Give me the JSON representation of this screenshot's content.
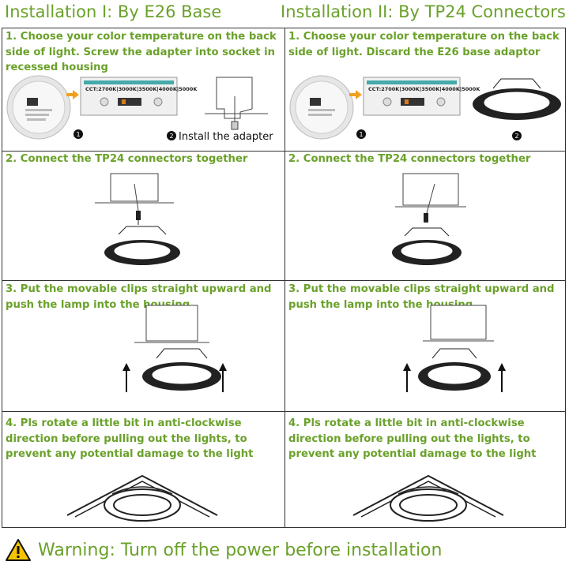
{
  "headers": {
    "left": "Installation I: By E26 Base",
    "right": "Installation II: By TP24 Connectors"
  },
  "steps": {
    "left_1": "1. Choose your color temperature on the back side of light. Screw the adapter into socket in recessed housing",
    "right_1": "1. Choose your color temperature on the back side of light. Discard the E26 base adaptor",
    "left_2": "2. Connect the TP24 connectors together",
    "right_2": "2. Connect the TP24 connectors together",
    "left_3": "3. Put the movable clips straight upward and push the lamp into the housing",
    "right_3": "3. Put the movable clips straight upward and push the lamp into the housing",
    "left_4": "4. Pls rotate a little bit in anti-clockwise direction before pulling out the lights, to prevent any potential damage to the light",
    "right_4": "4. Pls rotate a little bit in anti-clockwise direction before pulling out the lights, to prevent any potential damage to the light"
  },
  "callouts": {
    "cct": "CCT:2700K|3000K|3500K|4000K|5000K",
    "install_adapter": "Install the adapter",
    "marker_1": "1",
    "marker_2": "2"
  },
  "warning": {
    "icon": "warning-triangle-icon",
    "text": "Warning: Turn off the power before installation"
  },
  "colors": {
    "accent": "#6aa12a",
    "border": "#333333",
    "warning_yellow": "#f5c400"
  }
}
